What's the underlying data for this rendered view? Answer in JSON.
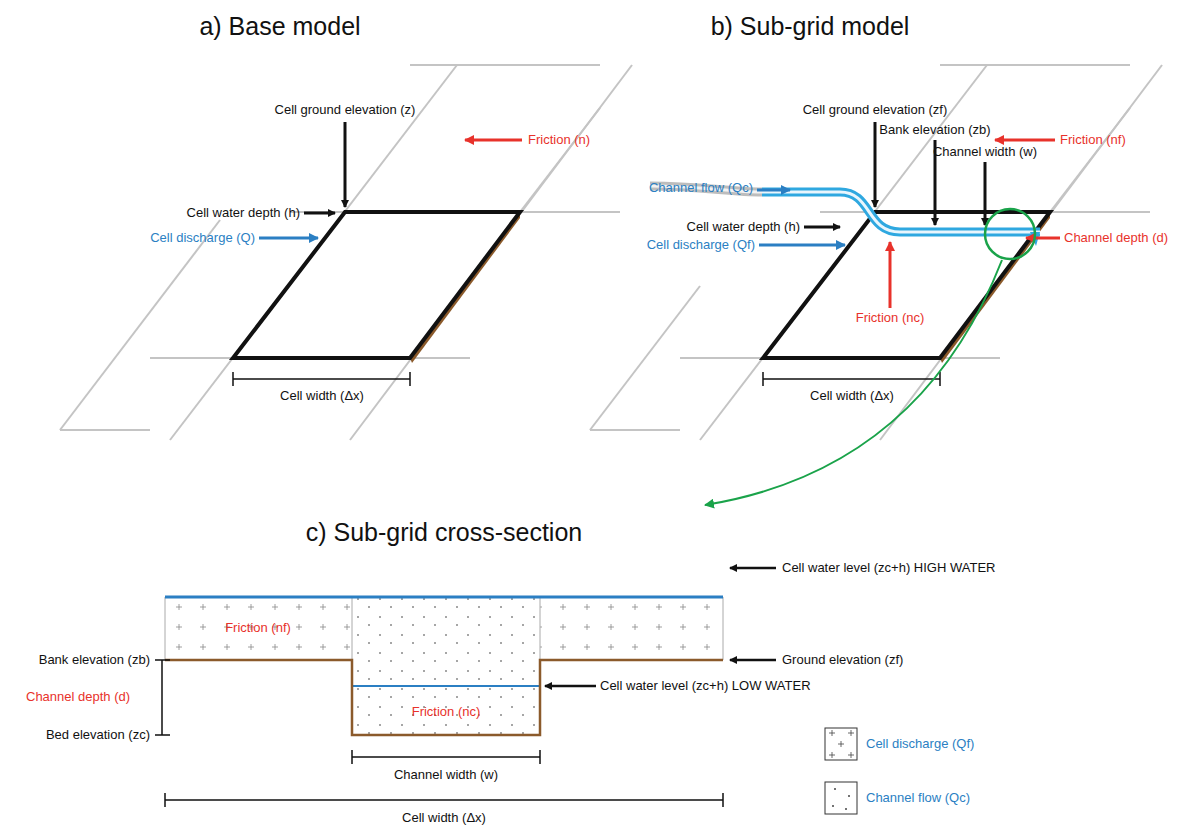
{
  "diagram": {
    "labels": [
      "a) Base model",
      "b) Sub-grid model",
      "Cell ground elevation (z)",
      "Friction (n)",
      "Cell water depth (h)",
      "Cell discharge (Q)",
      "Cell width (Δx)",
      "Cell ground elevation (zf)",
      "Bank elevation (zb)",
      "Channel width (w)",
      "Friction (nf)",
      "Channel flow (Qc)",
      "Cell water depth (h)",
      "Cell discharge (Qf)",
      "Channel depth (d)",
      "Friction (nc)",
      "Cell width (Δx)",
      "c) Sub-grid cross-section",
      "Cell water level (zc+h) HIGH WATER",
      "Bank elevation (zb)",
      "Friction (nf)",
      "Ground elevation (zf)",
      "Channel depth (d)",
      "Cell water level (zc+h) LOW WATER",
      "Bed elevation (zc)",
      "Friction (nc)",
      "Channel width (w)",
      "Cell width (Δx)"
    ],
    "legend": [
      {
        "text": "Cell discharge (Qf)"
      },
      {
        "text": "Channel flow (Qc)"
      }
    ]
  }
}
